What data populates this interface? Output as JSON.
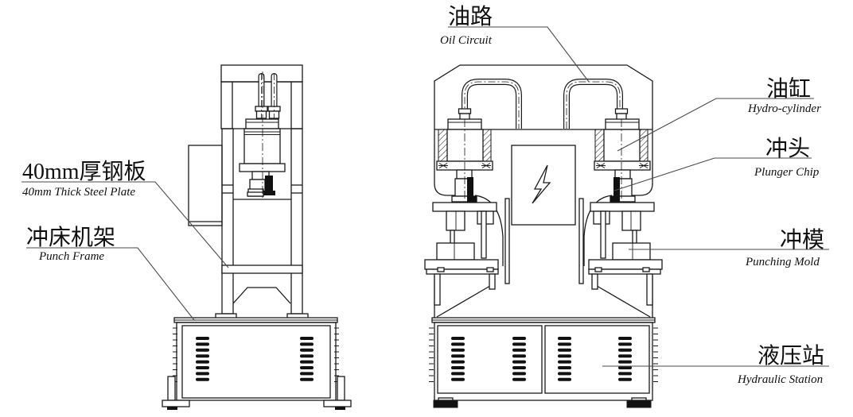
{
  "diagram": {
    "labels": {
      "oil_circuit": {
        "zh": "油路",
        "en": "Oil Circuit"
      },
      "hydro_cylinder": {
        "zh": "油缸",
        "en": "Hydro-cylinder"
      },
      "plunger_chip": {
        "zh": "冲头",
        "en": "Plunger Chip"
      },
      "steel_plate": {
        "zh": "40mm厚钢板",
        "en": "40mm Thick Steel Plate"
      },
      "punch_frame": {
        "zh": "冲床机架",
        "en": "Punch Frame"
      },
      "punching_mold": {
        "zh": "冲模",
        "en": "Punching Mold"
      },
      "hydraulic_station": {
        "zh": "液压站",
        "en": "Hydraulic Station"
      }
    },
    "colors": {
      "line": "#1a1a1a",
      "leader": "#4a4a4a",
      "black_fill": "#111111",
      "background": "#ffffff"
    }
  }
}
